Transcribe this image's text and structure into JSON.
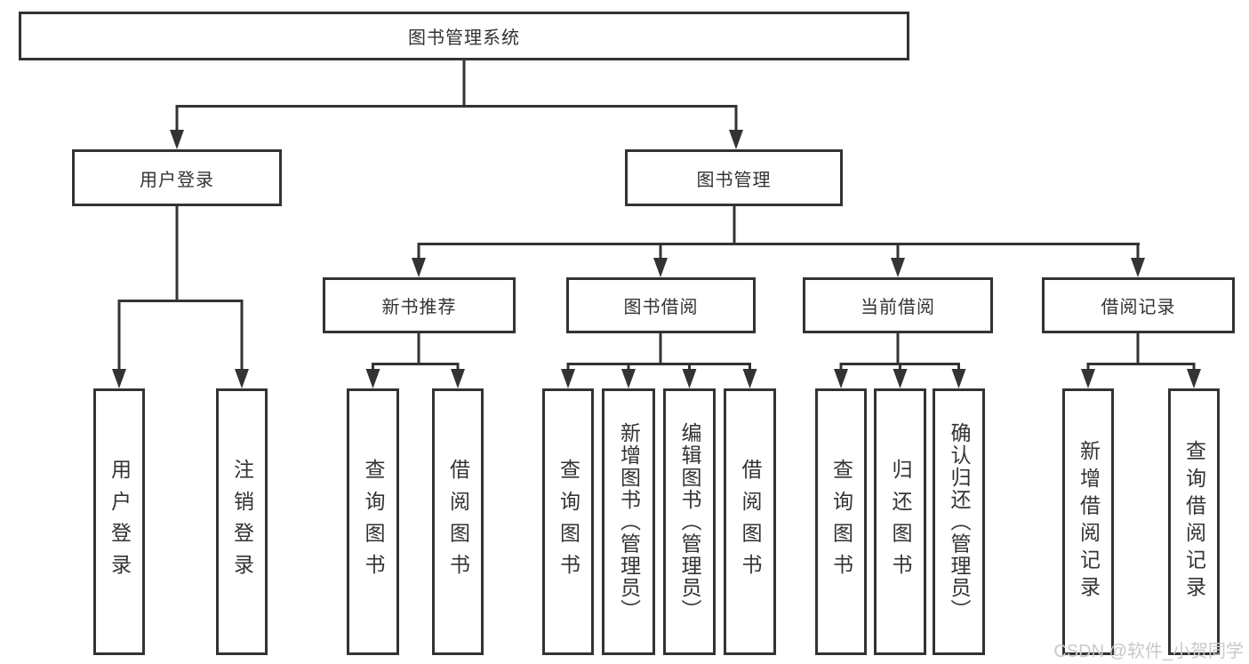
{
  "nodes": {
    "root": "图书管理系统",
    "l2": {
      "user_login": "用户登录",
      "book_mgmt": "图书管理"
    },
    "l3": {
      "new_book": "新书推荐",
      "book_borrow": "图书借阅",
      "current_borrow": "当前借阅",
      "borrow_records": "借阅记录"
    },
    "leaves": {
      "user_login": "用户登录",
      "logout": "注销登录",
      "nb_query": "查询图书",
      "nb_borrow": "借阅图书",
      "bb_query": "查询图书",
      "bb_add": "新增图书（管理员）",
      "bb_edit": "编辑图书（管理员）",
      "bb_borrow": "借阅图书",
      "cb_query": "查询图书",
      "cb_return": "归还图书",
      "cb_confirm": "确认归还（管理员）",
      "br_add": "新增借阅记录",
      "br_query": "查询借阅记录"
    }
  },
  "watermark": "CSDN @软件_小贺同学",
  "colors": {
    "line": "#333333",
    "text": "#333333",
    "background": "#ffffff",
    "watermark": "#c9c9c9"
  }
}
